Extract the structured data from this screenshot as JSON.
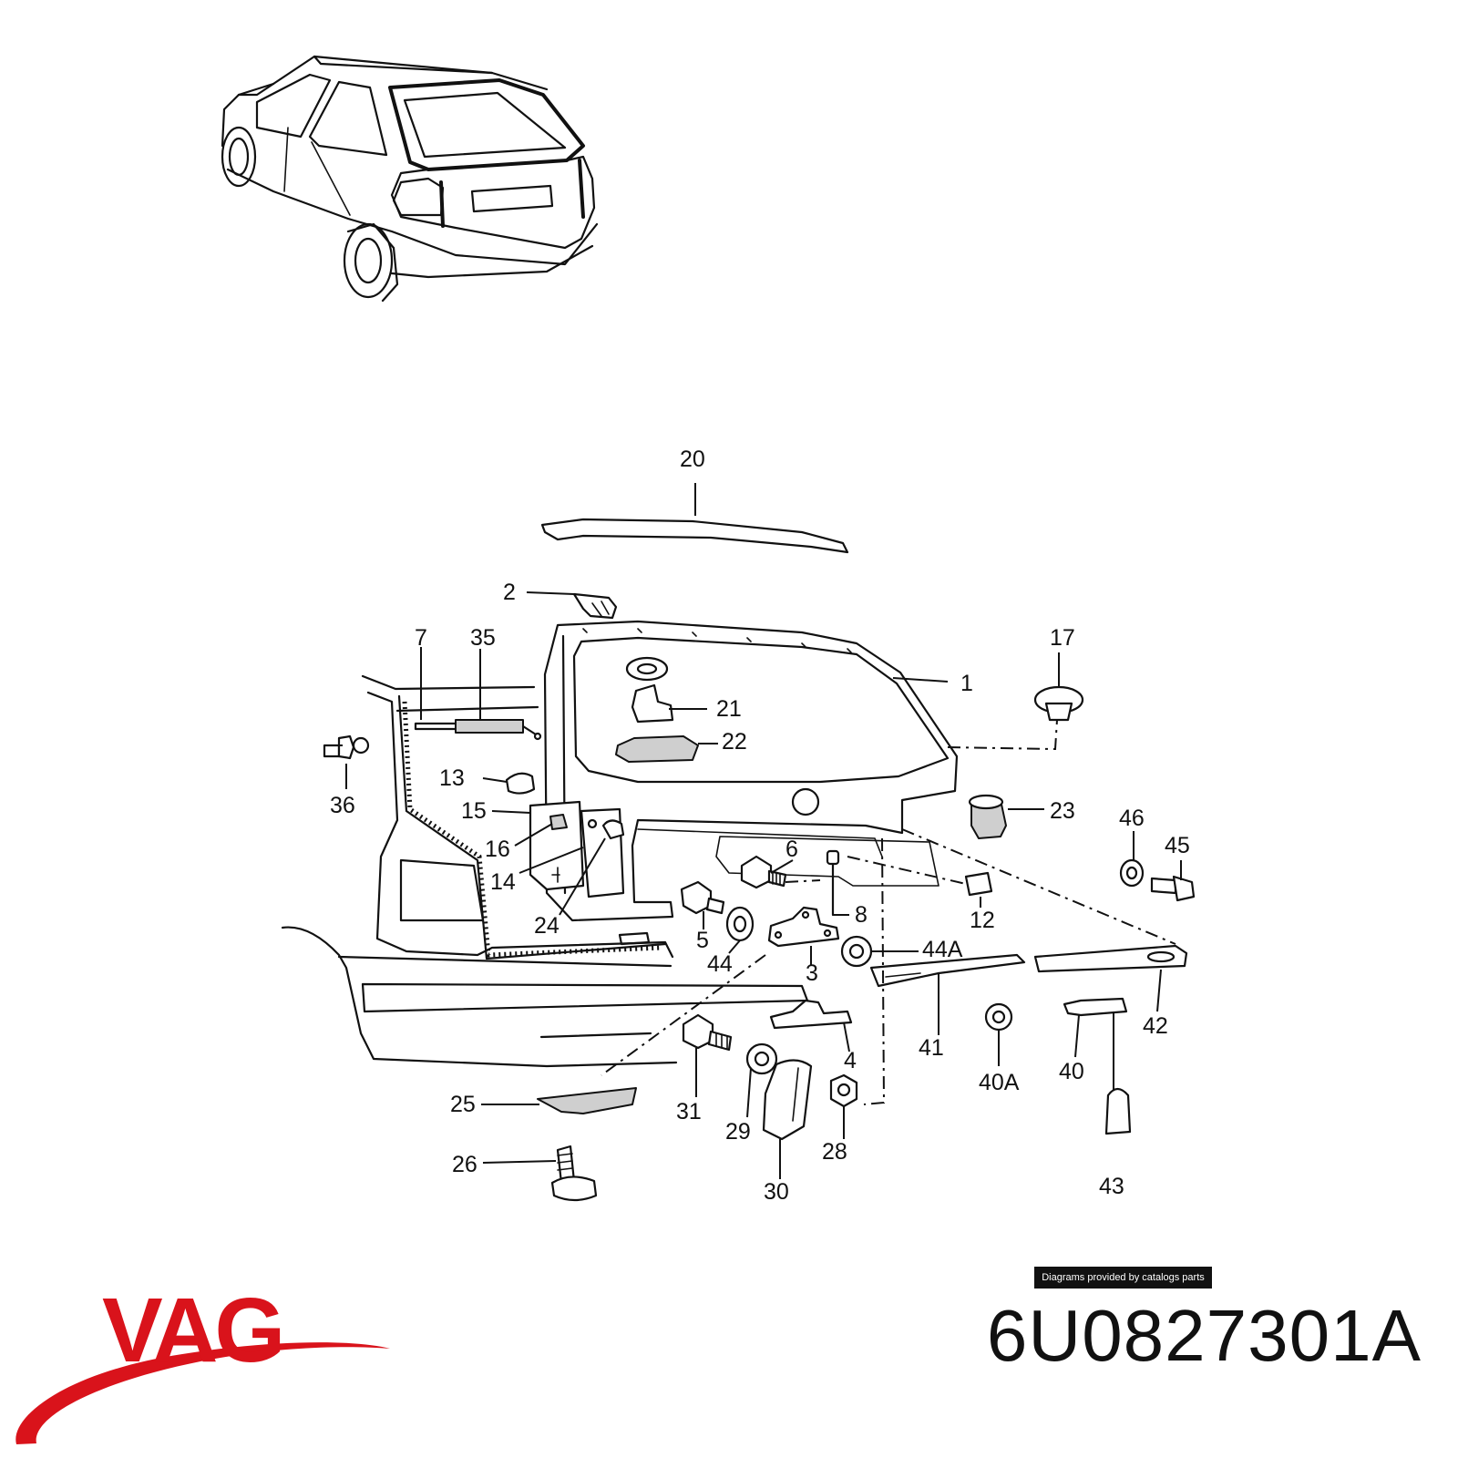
{
  "brand": {
    "logo_text": "VAG",
    "logo_color": "#d9131b"
  },
  "part_number": "6U0827301A",
  "credit": "Diagrams provided by catalogs parts",
  "callouts": {
    "c1": "1",
    "c2": "2",
    "c3": "3",
    "c4": "4",
    "c5": "5",
    "c6": "6",
    "c7": "7",
    "c8": "8",
    "c12": "12",
    "c13": "13",
    "c14": "14",
    "c15": "15",
    "c16": "16",
    "c17": "17",
    "c20": "20",
    "c21": "21",
    "c22": "22",
    "c23": "23",
    "c24": "24",
    "c25": "25",
    "c26": "26",
    "c28": "28",
    "c29": "29",
    "c30": "30",
    "c31": "31",
    "c35": "35",
    "c36": "36",
    "c40": "40",
    "c40A": "40A",
    "c41": "41",
    "c42": "42",
    "c43": "43",
    "c44": "44",
    "c44A": "44A",
    "c45": "45",
    "c46": "46"
  },
  "icons": {
    "overview": "hatchback-rear-overview-icon",
    "exploded": "tailgate-exploded-view"
  }
}
